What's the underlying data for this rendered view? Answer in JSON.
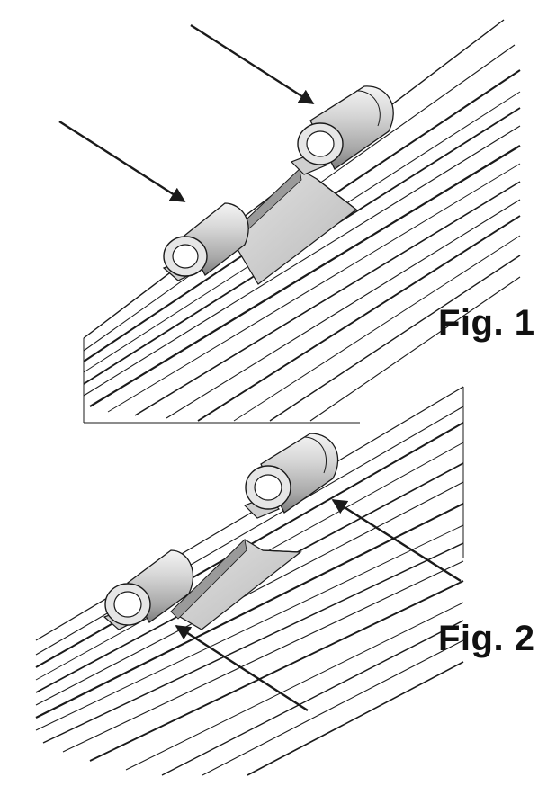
{
  "figures": [
    {
      "label": "Fig. 1",
      "components": [
        "conductor-bundle",
        "crimp-tube-left",
        "crimp-tube-right",
        "bridge-plate"
      ],
      "arrows": {
        "count": 2,
        "direction": "down-right",
        "targets": [
          "crimp-tube-left",
          "crimp-tube-right"
        ]
      }
    },
    {
      "label": "Fig. 2",
      "components": [
        "conductor-bundle",
        "crimp-tube-left",
        "crimp-tube-right",
        "bridge-plate"
      ],
      "arrows": {
        "count": 2,
        "direction": "up-left",
        "targets": [
          "bridge-plate-lower-edge",
          "crimp-tube-right-base"
        ]
      }
    }
  ],
  "colors": {
    "background": "#ffffff",
    "line": "#1a1a1a",
    "tube_light": "#eeeeee",
    "tube_mid": "#bdbdbd",
    "tube_dark": "#8a8a8a",
    "plate": "#cfcfcf",
    "label": "#111111"
  }
}
